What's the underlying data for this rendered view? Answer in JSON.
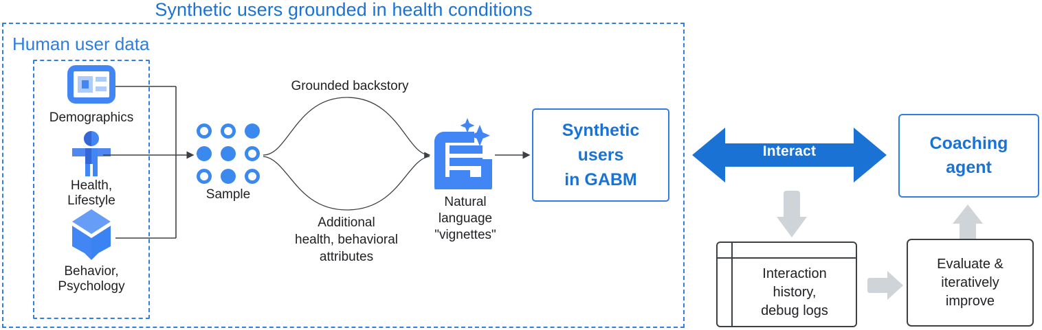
{
  "title": "Synthetic users grounded in health conditions",
  "colors": {
    "brand_blue": "#1a73d4",
    "border_blue": "#2f7de1",
    "dot_blue": "#3b89ef",
    "icon_blue": "#4285f4",
    "icon_blue_light": "#8ab4f8",
    "arrow_blue": "#1a73d4",
    "gray_arrow": "#cfd4d9",
    "dark_outline": "#3c4043",
    "text_dark": "#202124"
  },
  "human_data": {
    "label": "Human user data",
    "attributes": [
      {
        "icon": "demographics-card-icon",
        "caption": "Demographics"
      },
      {
        "icon": "person-accessibility-icon",
        "caption": "Health,\nLifestyle"
      },
      {
        "icon": "behavior-cube-icon",
        "caption": "Behavior,\nPsychology"
      }
    ]
  },
  "sample": {
    "label": "Sample",
    "grid": [
      [
        "hollow",
        "hollow",
        "filled"
      ],
      [
        "filled",
        "filled",
        "hollow"
      ],
      [
        "hollow",
        "filled",
        "hollow"
      ]
    ]
  },
  "pipeline": {
    "upper_branch_label": "Grounded backstory",
    "lower_branch_label": "Additional\nhealth, behavioral\nattributes",
    "vignette_icon": "document-sparkle-icon",
    "vignette_caption": "Natural\nlanguage\n\"vignettes\"",
    "gabm_box_label": "Synthetic\nusers\nin GABM"
  },
  "loop": {
    "interact_label": "Interact",
    "interact_icon": "double-headed-arrow-icon",
    "coaching_agent_label": "Coaching\nagent",
    "interaction_history_label": "Interaction\nhistory,\ndebug logs",
    "interaction_history_icon": "table-icon",
    "evaluate_label": "Evaluate &\niteratively\nimprove",
    "down_arrow_icon": "arrow-down-icon",
    "right_arrow_icon": "arrow-right-icon",
    "up_arrow_icon": "arrow-up-icon"
  }
}
